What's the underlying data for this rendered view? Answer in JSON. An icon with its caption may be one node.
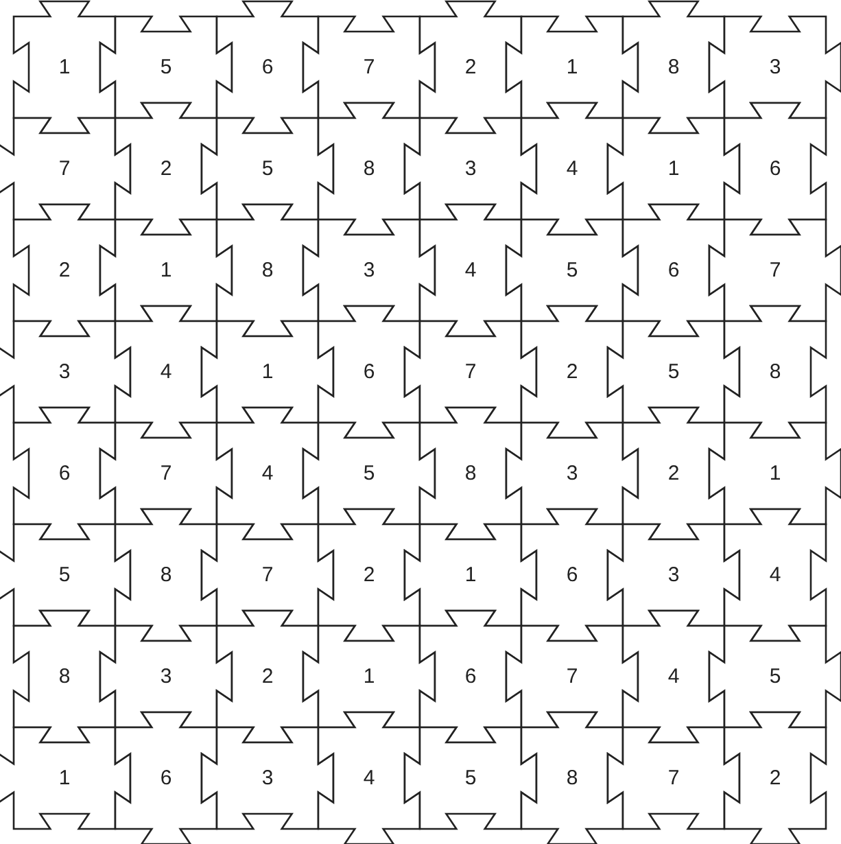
{
  "diagram": {
    "nodes": [
      {
        "text": [
          "1"
        ]
      },
      {
        "text": [
          "5"
        ]
      },
      {
        "text": [
          "6"
        ]
      },
      {
        "text": [
          "7"
        ]
      },
      {
        "text": [
          "2"
        ]
      },
      {
        "text": [
          "1"
        ]
      },
      {
        "text": [
          "8"
        ]
      },
      {
        "text": [
          "3"
        ]
      },
      {
        "text": [
          "7"
        ]
      },
      {
        "text": [
          "2"
        ]
      },
      {
        "text": [
          "5"
        ]
      },
      {
        "text": [
          "8"
        ]
      },
      {
        "text": [
          "3"
        ]
      },
      {
        "text": [
          "4"
        ]
      },
      {
        "text": [
          "1"
        ]
      },
      {
        "text": [
          "6"
        ]
      },
      {
        "text": [
          "2"
        ]
      },
      {
        "text": [
          "1"
        ]
      },
      {
        "text": [
          "8"
        ]
      },
      {
        "text": [
          "3"
        ]
      },
      {
        "text": [
          "4"
        ]
      },
      {
        "text": [
          "5"
        ]
      },
      {
        "text": [
          "6"
        ]
      },
      {
        "text": [
          "7"
        ]
      },
      {
        "text": [
          "3"
        ]
      },
      {
        "text": [
          "4"
        ]
      },
      {
        "text": [
          "1"
        ]
      },
      {
        "text": [
          "6"
        ]
      },
      {
        "text": [
          "7"
        ]
      },
      {
        "text": [
          "2"
        ]
      },
      {
        "text": [
          "5"
        ]
      },
      {
        "text": [
          "8"
        ]
      },
      {
        "text": [
          "6"
        ]
      },
      {
        "text": [
          "7"
        ]
      },
      {
        "text": [
          "4"
        ]
      },
      {
        "text": [
          "5"
        ]
      },
      {
        "text": [
          "8"
        ]
      },
      {
        "text": [
          "3"
        ]
      },
      {
        "text": [
          "2"
        ]
      },
      {
        "text": [
          "1"
        ]
      },
      {
        "text": [
          "5"
        ]
      },
      {
        "text": [
          "8"
        ]
      },
      {
        "text": [
          "7"
        ]
      },
      {
        "text": [
          "2"
        ]
      },
      {
        "text": [
          "1"
        ]
      },
      {
        "text": [
          "6"
        ]
      },
      {
        "text": [
          "3"
        ]
      },
      {
        "text": [
          "4"
        ]
      },
      {
        "text": [
          "8"
        ]
      },
      {
        "text": [
          "3"
        ]
      },
      {
        "text": [
          "2"
        ]
      },
      {
        "text": [
          "1"
        ]
      },
      {
        "text": [
          "6"
        ]
      },
      {
        "text": [
          "7"
        ]
      },
      {
        "text": [
          "4"
        ]
      },
      {
        "text": [
          "5"
        ]
      },
      {
        "text": [
          "1"
        ]
      },
      {
        "text": [
          "6"
        ]
      },
      {
        "text": [
          "3"
        ]
      },
      {
        "text": [
          "4"
        ]
      },
      {
        "text": [
          "5"
        ]
      },
      {
        "text": [
          "8"
        ]
      },
      {
        "text": [
          "7"
        ]
      },
      {
        "text": [
          "2"
        ]
      }
    ]
  }
}
